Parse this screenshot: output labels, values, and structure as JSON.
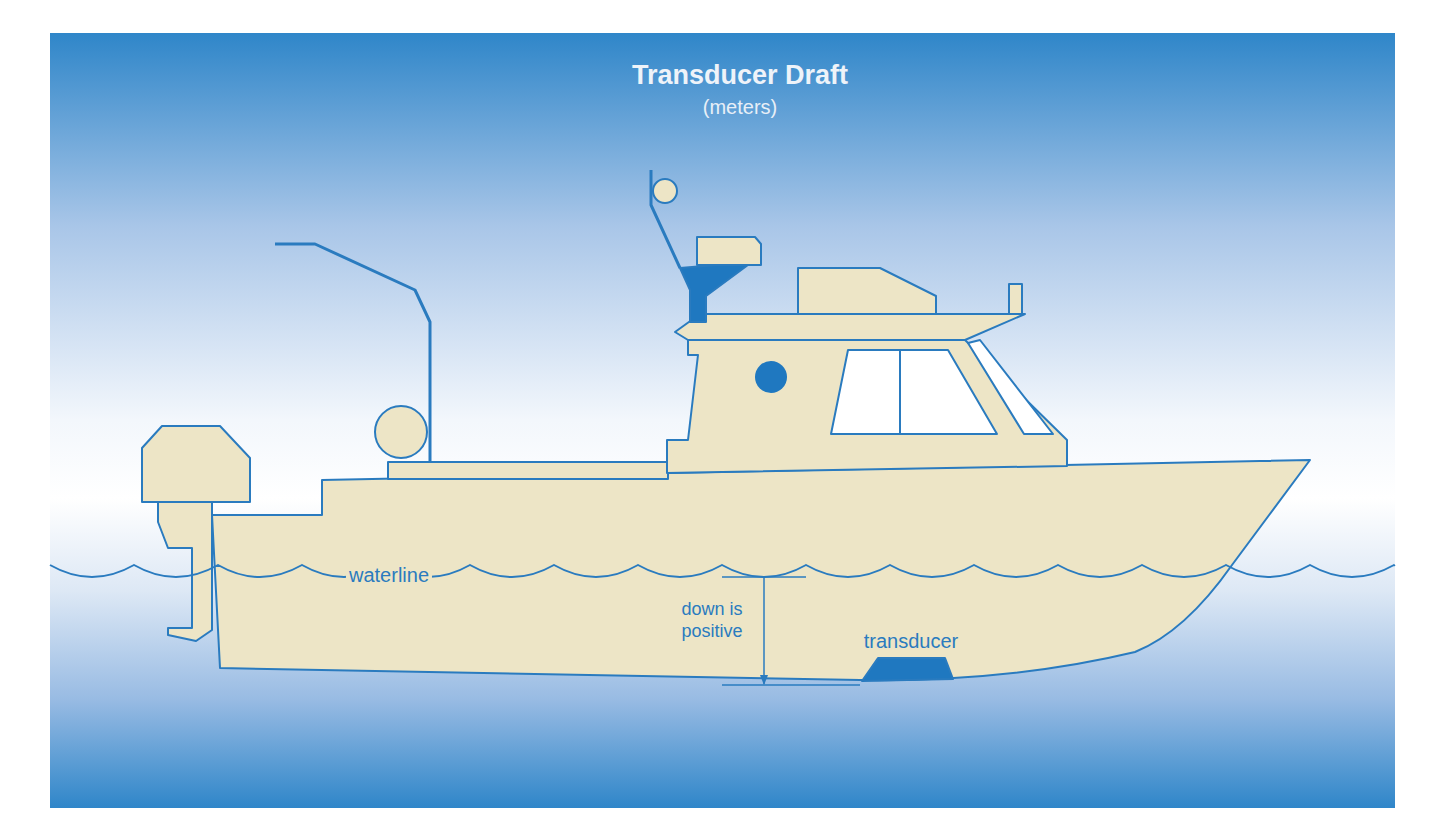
{
  "diagram": {
    "title": "Transducer Draft",
    "labels": [
      "(meters)",
      "waterline",
      "down is positive",
      "transducer"
    ]
  }
}
